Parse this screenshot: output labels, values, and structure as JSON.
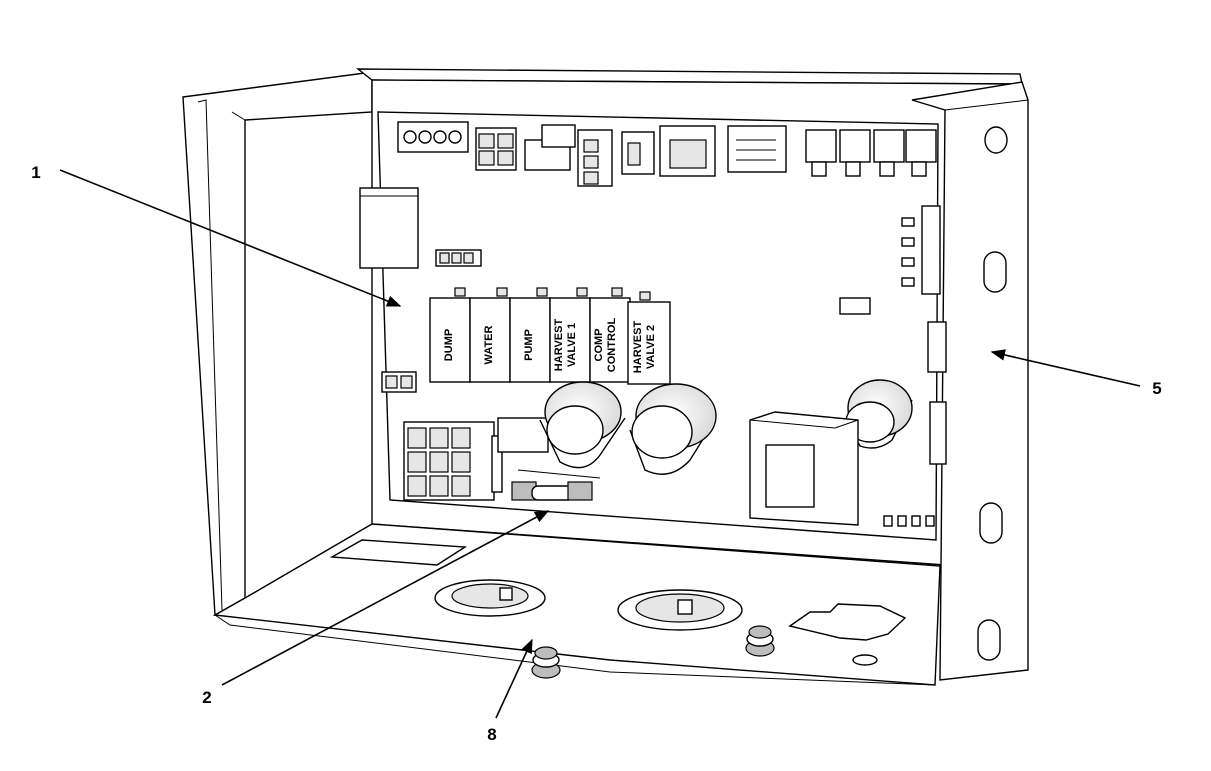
{
  "diagram": {
    "callouts": [
      {
        "id": "c1",
        "label": "1"
      },
      {
        "id": "c2",
        "label": "2"
      },
      {
        "id": "c5",
        "label": "5"
      },
      {
        "id": "c8",
        "label": "8"
      }
    ],
    "relays": [
      {
        "line1": "DUMP",
        "line2": ""
      },
      {
        "line1": "WATER",
        "line2": ""
      },
      {
        "line1": "PUMP",
        "line2": ""
      },
      {
        "line1": "HARVEST",
        "line2": "VALVE 1"
      },
      {
        "line1": "COMP",
        "line2": "CONTROL"
      },
      {
        "line1": "HARVEST",
        "line2": "VALVE 2"
      }
    ]
  }
}
